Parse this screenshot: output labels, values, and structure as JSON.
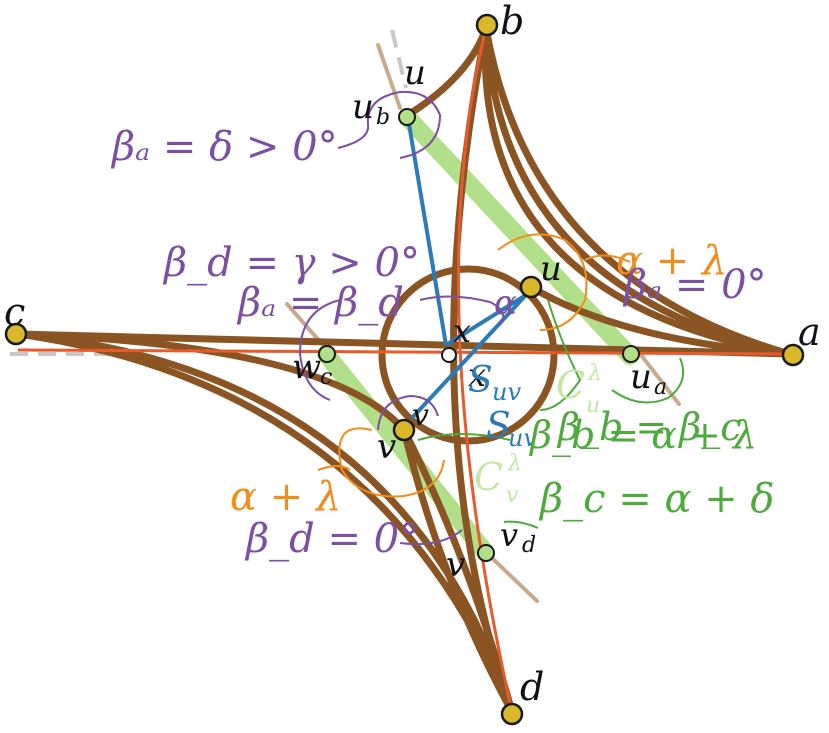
{
  "colors": {
    "brown": "#8a5523",
    "green": "#b2e08a",
    "blue": "#2b7bb9",
    "red": "#e85a2c",
    "gray": "#c8c8c8",
    "tan": "#c7ab8d",
    "purple": "#7b4fa2",
    "orange": "#f28c1a",
    "dark_green": "#4daa3c",
    "light_green": "#c5e7a3",
    "point_fill": "#d9b92a"
  },
  "points": {
    "a": "a",
    "b": "b",
    "c": "c",
    "d": "d"
  },
  "vertex_labels": {
    "u_top": "u",
    "u_b": "u",
    "u_b_sub": "b",
    "u_right": "u",
    "u_a": "u",
    "u_a_sub": "a",
    "w_c": "w",
    "w_c_sub": "c",
    "v_left": "v",
    "v_left2": "v",
    "v_bottom": "v",
    "v_d": "v",
    "v_d_sub": "d",
    "x1": "x",
    "x2": "x"
  },
  "segment_labels": {
    "s_uv_1": "S",
    "s_uv_1_sub": "uv",
    "s_uv_2": "S",
    "s_uv_2_sub": "uv",
    "cu": "C",
    "cu_sub": "u",
    "cu_sup": "λ",
    "cv": "C",
    "cv_sub": "v",
    "cv_sup": "λ"
  },
  "equations": {
    "beta_a_delta": "βₐ = δ > 0°",
    "beta_d_gamma": "β_d = γ > 0°",
    "beta_a_beta_d": "βₐ = β_d",
    "alpha_lambda_right": "α + λ",
    "beta_a_zero": "βₐ = 0°",
    "beta_b_1": "β_b = α + λ",
    "beta_b_2": "β_b = β_c",
    "alpha_lambda_left": "α + λ",
    "beta_c": "β_c = α + δ",
    "beta_d_zero": "β_d = 0°",
    "alpha": "α"
  }
}
